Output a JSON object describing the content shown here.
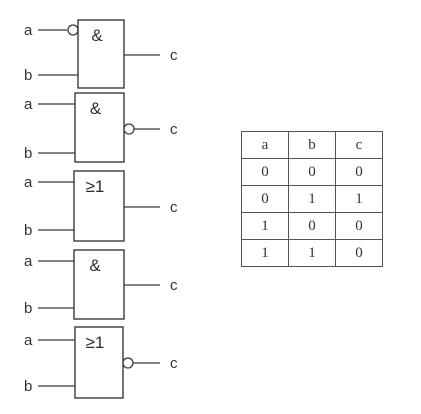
{
  "gates": [
    {
      "symbol": "&",
      "inverted_input_a": true,
      "inverted_output": false,
      "input_a": "a",
      "input_b": "b",
      "output": "c"
    },
    {
      "symbol": "&",
      "inverted_input_a": false,
      "inverted_output": true,
      "input_a": "a",
      "input_b": "b",
      "output": "c"
    },
    {
      "symbol": "≥1",
      "inverted_input_a": false,
      "inverted_output": false,
      "input_a": "a",
      "input_b": "b",
      "output": "c"
    },
    {
      "symbol": "&",
      "inverted_input_a": false,
      "inverted_output": false,
      "input_a": "a",
      "input_b": "b",
      "output": "c"
    },
    {
      "symbol": "≥1",
      "inverted_input_a": false,
      "inverted_output": true,
      "input_a": "a",
      "input_b": "b",
      "output": "c"
    }
  ],
  "truth_table": {
    "headers": [
      "a",
      "b",
      "c"
    ],
    "rows": [
      [
        "0",
        "0",
        "0"
      ],
      [
        "0",
        "1",
        "1"
      ],
      [
        "1",
        "0",
        "0"
      ],
      [
        "1",
        "1",
        "0"
      ]
    ]
  },
  "colors": {
    "ink": "#3a3a3a",
    "background": "#ffffff"
  }
}
